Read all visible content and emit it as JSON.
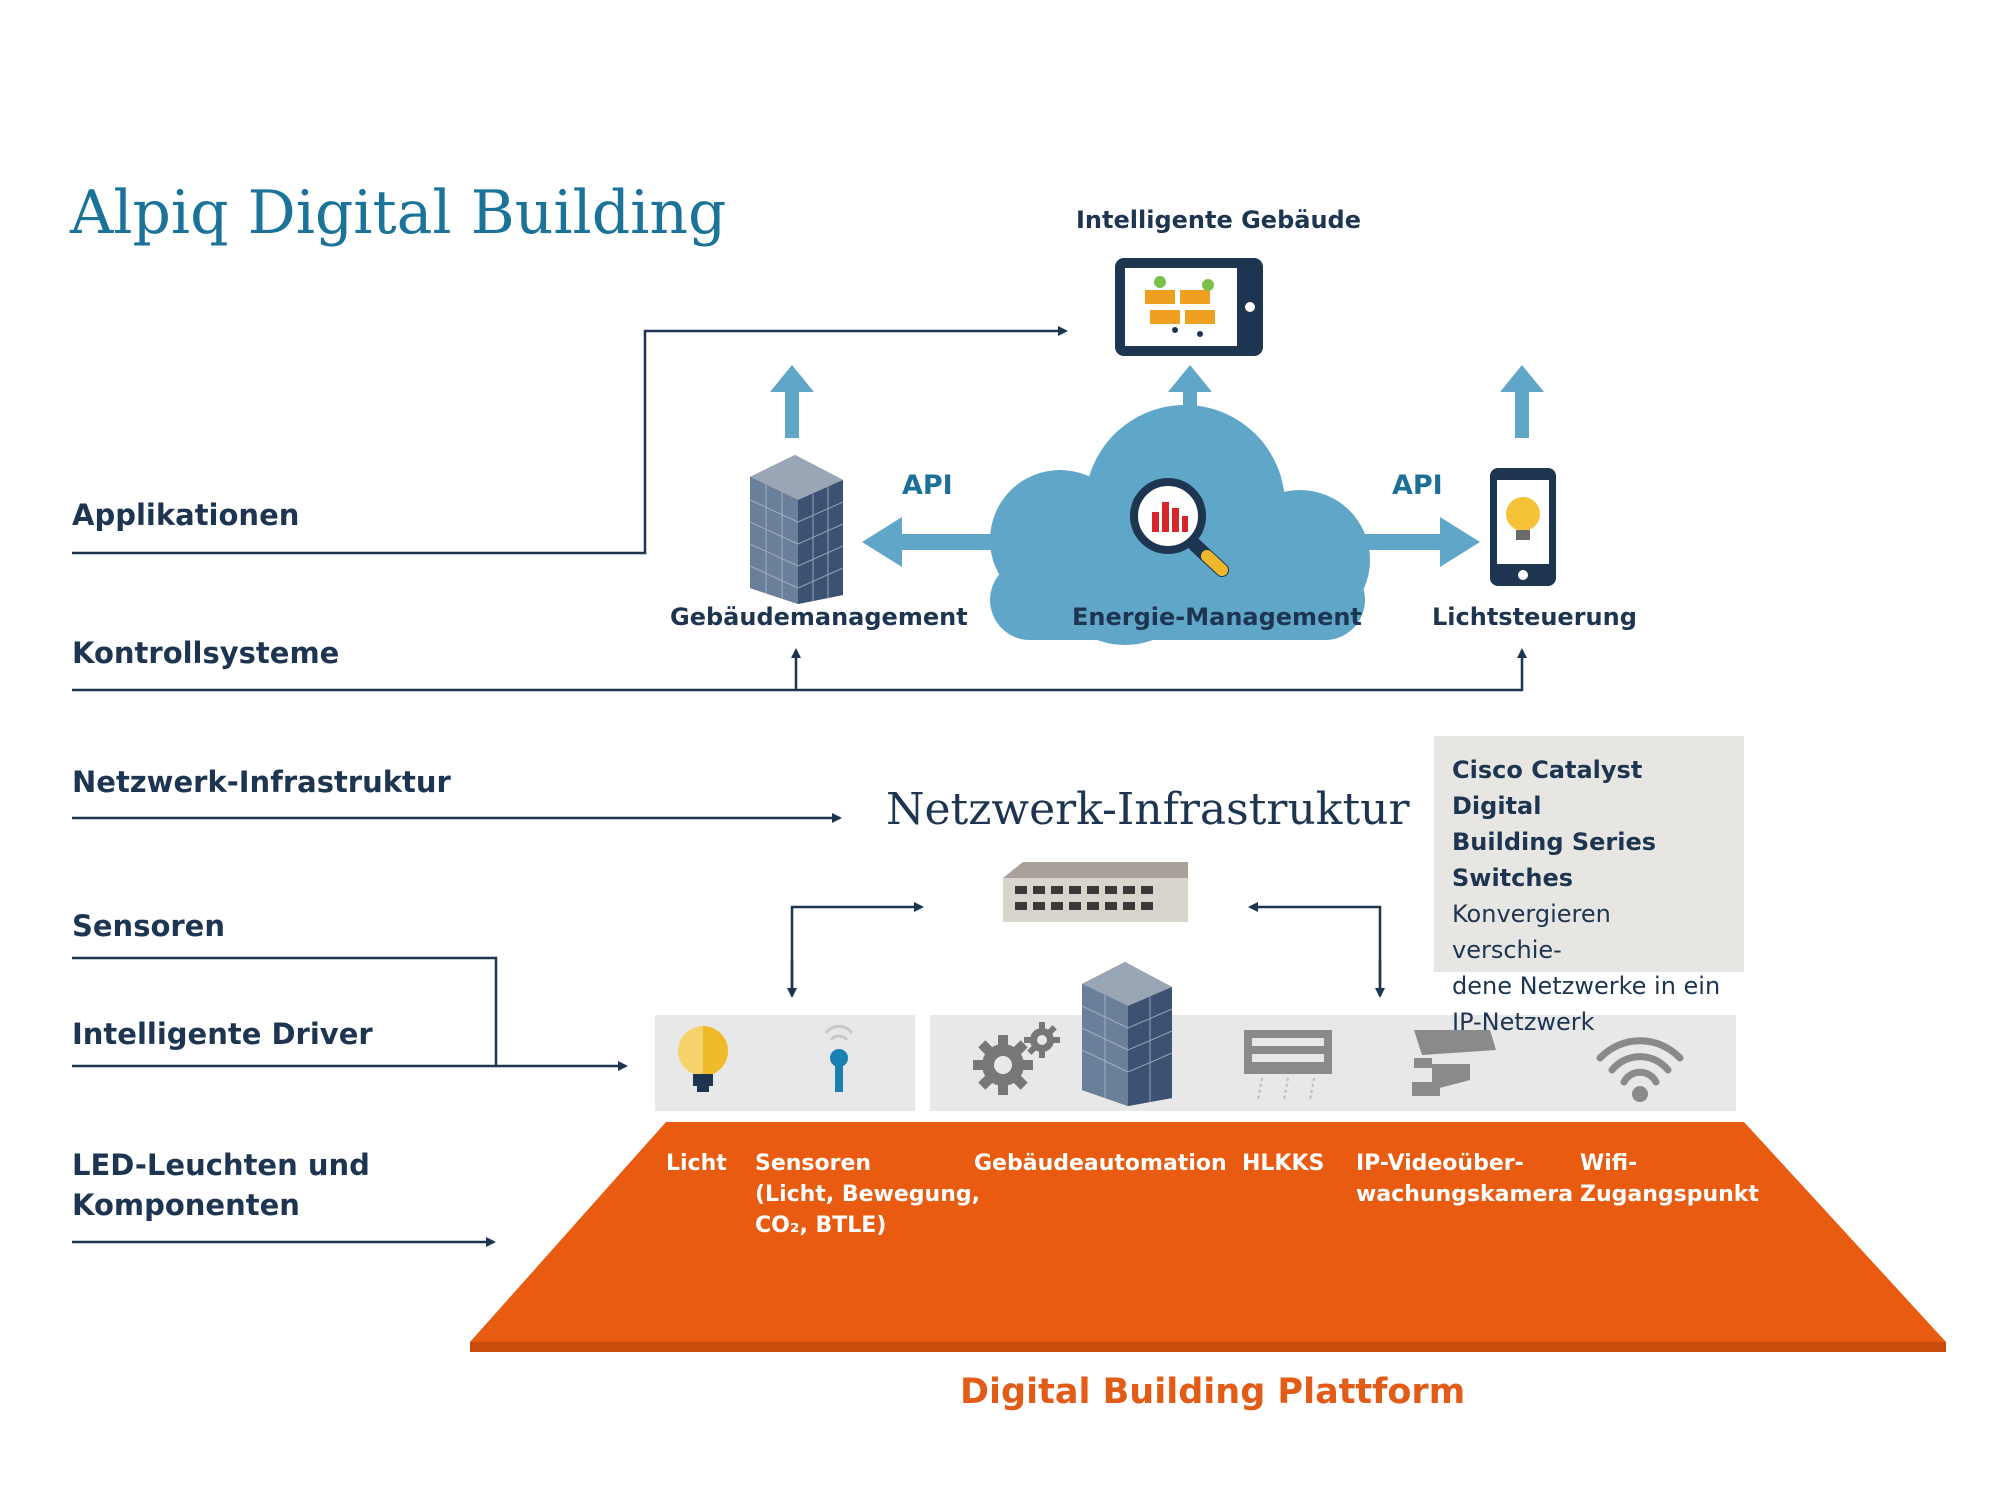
{
  "title": "Alpiq Digital Building",
  "layers": {
    "applikationen": "Applikationen",
    "kontrollsysteme": "Kontrollsysteme",
    "netzwerk": "Netzwerk-Infrastruktur",
    "sensoren": "Sensoren",
    "driver": "Intelligente Driver",
    "led_line1": "LED-Leuchten und",
    "led_line2": "Komponenten"
  },
  "top": {
    "intelligente_gebaeude": "Intelligente Gebäude",
    "gebaeudemanagement": "Gebäudemanagement",
    "energie_management": "Energie-Management",
    "lichtsteuerung": "Lichtsteuerung",
    "api_left": "API",
    "api_right": "API"
  },
  "network": {
    "title": "Netzwerk-Infrastruktur",
    "cisco_l1": "Cisco Catalyst Digital",
    "cisco_l2": "Building Series",
    "cisco_l3": "Switches",
    "cisco_l4": "Konvergieren verschie-",
    "cisco_l5": "dene Netzwerke in ein",
    "cisco_l6": "IP-Netzwerk"
  },
  "platform": {
    "licht": "Licht",
    "sensoren_l1": "Sensoren",
    "sensoren_l2": "(Licht, Bewegung,",
    "sensoren_l3": "CO₂, BTLE)",
    "gebaeudeautomation": "Gebäudeautomation",
    "hlkks": "HLKKS",
    "video_l1": "IP-Videoüber-",
    "video_l2": "wachungskamera",
    "wifi_l1": "Wifi-",
    "wifi_l2": "Zugangspunkt",
    "title": "Digital Building Plattform"
  },
  "colors": {
    "navy": "#1d3550",
    "accent_blue": "#1b7399",
    "cloud": "#5fa6c9",
    "orange": "#e85b10",
    "grey_panel": "#e8e8e8"
  },
  "icons": [
    "tablet-icon",
    "building-icon",
    "cloud-icon",
    "magnifier-chart-icon",
    "smartphone-icon",
    "network-switch-icon",
    "lightbulb-icon",
    "sensor-icon",
    "gears-icon",
    "hvac-icon",
    "camera-icon",
    "wifi-icon"
  ]
}
